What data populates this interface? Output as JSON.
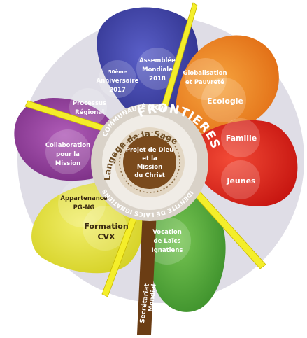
{
  "colors": {
    "background_circle": "#dfdde6",
    "blue": "#3b3ea0",
    "orange": "#f08a22",
    "red": "#e5221e",
    "green": "#52ad3c",
    "yellow": "#e4e133",
    "purple": "#8c3c96",
    "center": "#7a4a1c",
    "ray": "#f4ee2a"
  },
  "petals": {
    "blue": {
      "item1": [
        "50ème",
        "Anniversaire",
        "2017"
      ],
      "item2": [
        "Assemblée",
        "Mondiale",
        "2018"
      ]
    },
    "orange": {
      "item1": [
        "Globalisation",
        "et Pauvreté"
      ],
      "item2": [
        "Ecologie"
      ]
    },
    "red": {
      "item1": [
        "Famille"
      ],
      "item2": [
        "Jeunes"
      ]
    },
    "green": {
      "item1": [
        "Vocation",
        "de Laïcs",
        "Ignatiens"
      ]
    },
    "yellow": {
      "item1": [
        "Appartenance",
        "PG-NG"
      ],
      "item2": [
        "Formation",
        "CVX"
      ]
    },
    "purple": {
      "item1": [
        "Processus",
        "Régional"
      ],
      "item2": [
        "Collaboration",
        "pour la",
        "Mission"
      ]
    }
  },
  "rings": {
    "frontieres": "FRONTIERES",
    "communaute": "COMMUNAUTÉ MONDIALE",
    "langage": "Langage de la Sagesse",
    "identite": "IDENTITE DE LAÏCS IGNATIENS"
  },
  "center": {
    "lines": [
      "Projet de Dieu",
      "et la",
      "Mission",
      "du Christ"
    ]
  },
  "stem": {
    "lines": [
      "Secrétariat",
      "Mondial"
    ]
  }
}
